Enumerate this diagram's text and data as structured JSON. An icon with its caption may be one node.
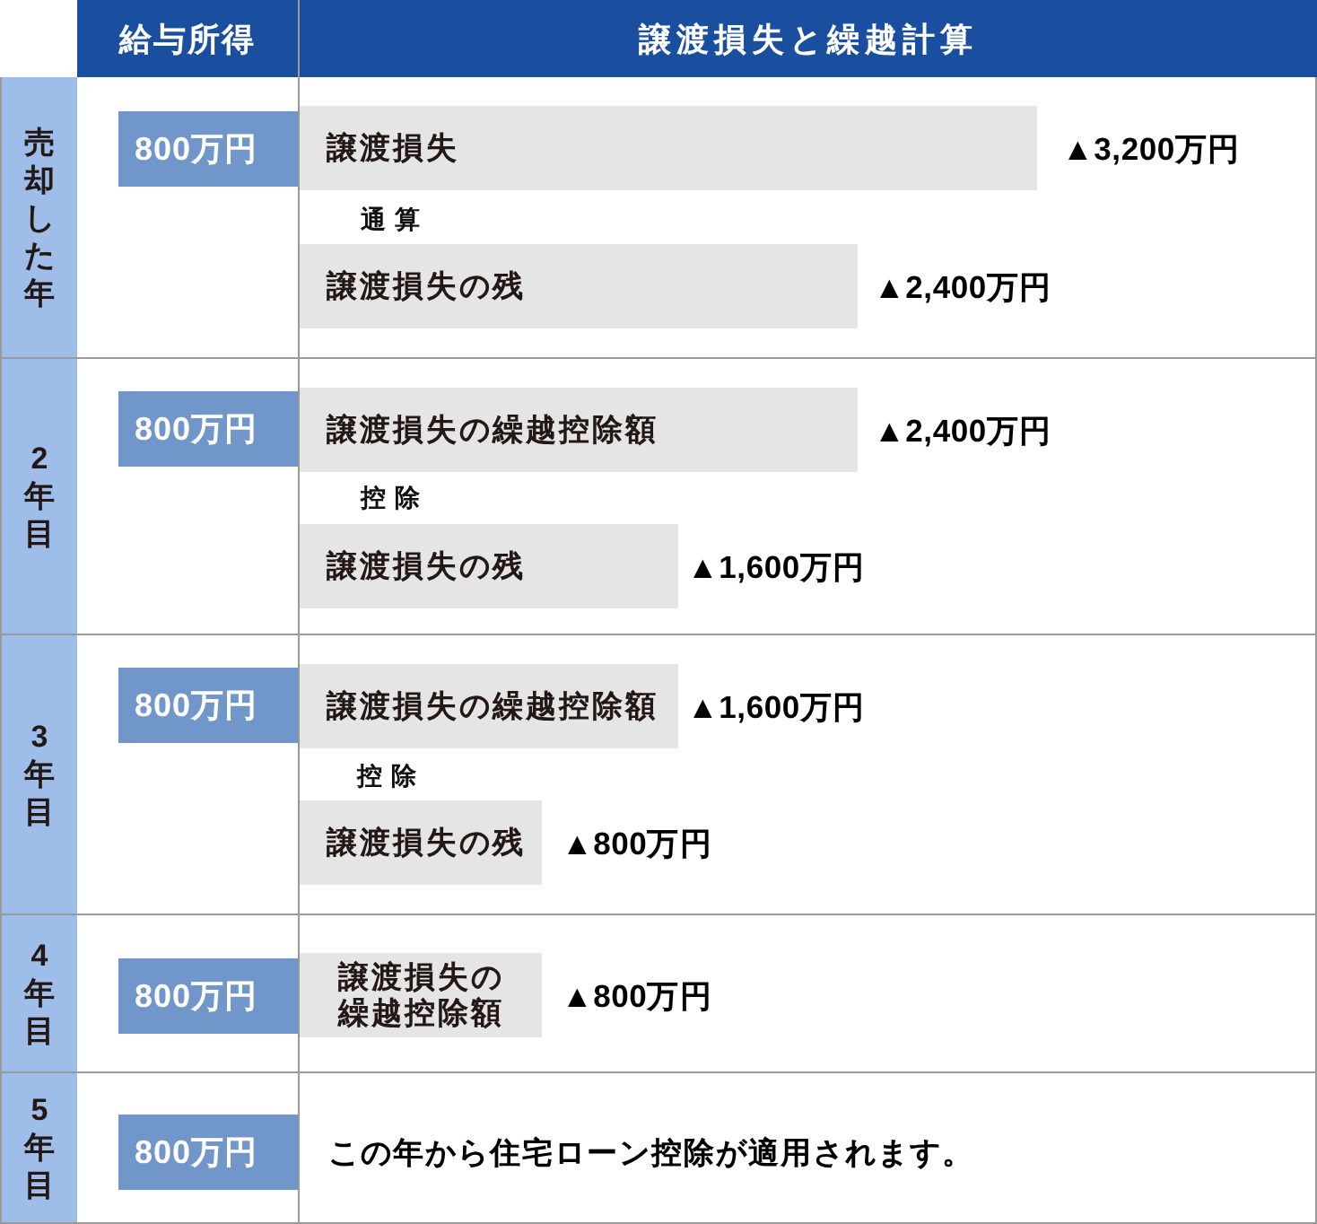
{
  "diagram": {
    "nodes": [
      {
        "text": [
          "給与所得"
        ]
      },
      {
        "text": [
          "譲渡損失と繰越計算"
        ]
      },
      {
        "text": [
          "売却した年"
        ]
      },
      {
        "text": [
          "800万円"
        ]
      },
      {
        "text": [
          "譲渡損失"
        ],
        "beside": [
          "▲3,200万円"
        ]
      },
      {
        "text": [
          "譲渡損失の残"
        ],
        "beside": [
          "▲2,400万円"
        ]
      },
      {
        "text": [
          "2年目"
        ]
      },
      {
        "text": [
          "800万円"
        ]
      },
      {
        "text": [
          "譲渡損失の繰越控除額"
        ],
        "beside": [
          "▲2,400万円"
        ]
      },
      {
        "text": [
          "譲渡損失の残"
        ],
        "beside": [
          "▲1,600万円"
        ]
      },
      {
        "text": [
          "3年目"
        ]
      },
      {
        "text": [
          "800万円"
        ]
      },
      {
        "text": [
          "譲渡損失の繰越控除額"
        ],
        "beside": [
          "▲1,600万円"
        ]
      },
      {
        "text": [
          "譲渡損失の残"
        ],
        "beside": [
          "▲800万円"
        ]
      },
      {
        "text": [
          "4年目"
        ]
      },
      {
        "text": [
          "800万円"
        ]
      },
      {
        "text": [
          "譲渡損失の繰越控除額"
        ],
        "beside": [
          "▲800万円"
        ]
      },
      {
        "text": [
          "5年目"
        ]
      },
      {
        "text": [
          "800万円"
        ]
      }
    ],
    "labels": [
      "通算",
      "控除",
      "控除",
      "この年から住宅ローン控除が適用されます。"
    ]
  }
}
